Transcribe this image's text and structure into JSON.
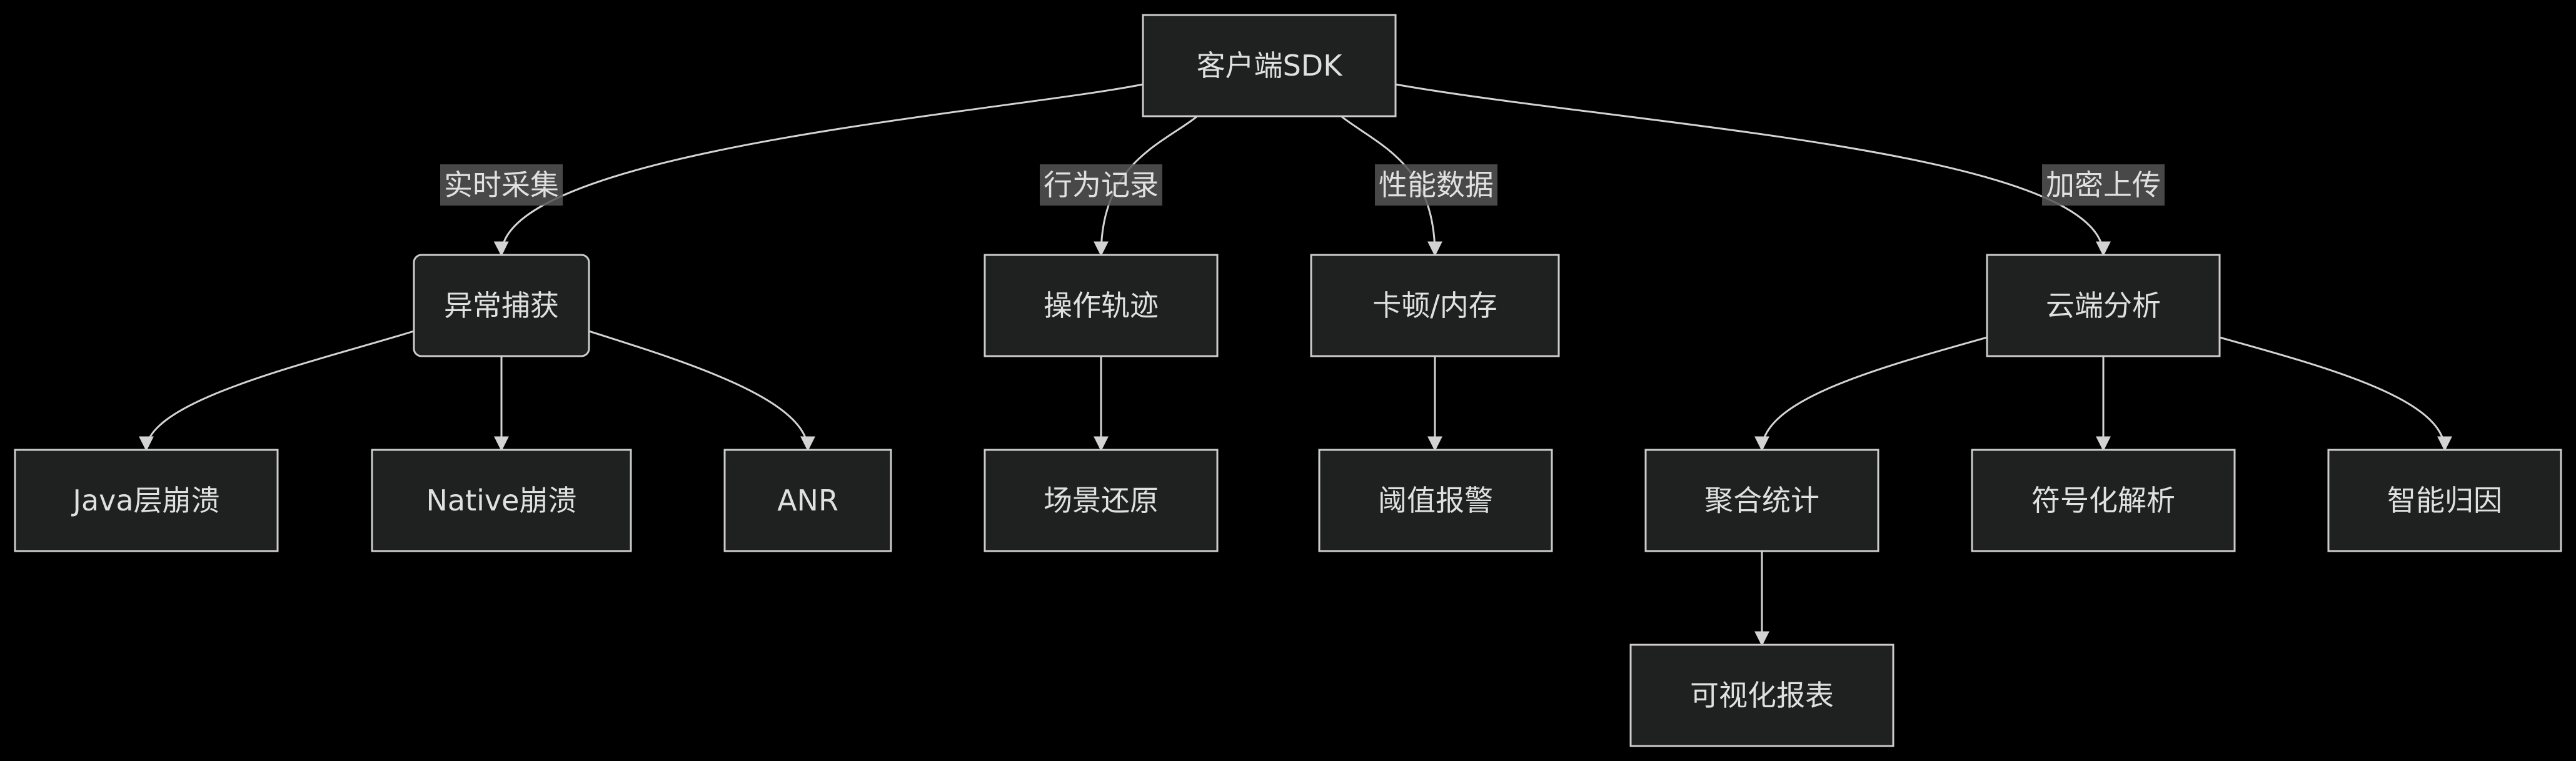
{
  "colors": {
    "background": "#000000",
    "node_fill": "#1f2020",
    "node_stroke": "#cccccc",
    "text": "#e0e0e0",
    "edge": "#d3d3d3",
    "label_bg": "#555555"
  },
  "nodes": [
    {
      "id": "sdk",
      "label": "客户端SDK",
      "rounded": false
    },
    {
      "id": "exception",
      "label": "异常捕获",
      "rounded": true
    },
    {
      "id": "ops",
      "label": "操作轨迹",
      "rounded": false
    },
    {
      "id": "perf",
      "label": "卡顿/内存",
      "rounded": false
    },
    {
      "id": "cloud",
      "label": "云端分析",
      "rounded": false
    },
    {
      "id": "java",
      "label": "Java层崩溃",
      "rounded": false
    },
    {
      "id": "native",
      "label": "Native崩溃",
      "rounded": false
    },
    {
      "id": "anr",
      "label": "ANR",
      "rounded": false
    },
    {
      "id": "scene",
      "label": "场景还原",
      "rounded": false
    },
    {
      "id": "threshold",
      "label": "阈值报警",
      "rounded": false
    },
    {
      "id": "agg",
      "label": "聚合统计",
      "rounded": false
    },
    {
      "id": "symbol",
      "label": "符号化解析",
      "rounded": false
    },
    {
      "id": "attribution",
      "label": "智能归因",
      "rounded": false
    },
    {
      "id": "report",
      "label": "可视化报表",
      "rounded": false
    }
  ],
  "edges": [
    {
      "from": "sdk",
      "to": "exception",
      "label": "实时采集"
    },
    {
      "from": "sdk",
      "to": "ops",
      "label": "行为记录"
    },
    {
      "from": "sdk",
      "to": "perf",
      "label": "性能数据"
    },
    {
      "from": "sdk",
      "to": "cloud",
      "label": "加密上传"
    },
    {
      "from": "exception",
      "to": "java",
      "label": ""
    },
    {
      "from": "exception",
      "to": "native",
      "label": ""
    },
    {
      "from": "exception",
      "to": "anr",
      "label": ""
    },
    {
      "from": "ops",
      "to": "scene",
      "label": ""
    },
    {
      "from": "perf",
      "to": "threshold",
      "label": ""
    },
    {
      "from": "cloud",
      "to": "agg",
      "label": ""
    },
    {
      "from": "cloud",
      "to": "symbol",
      "label": ""
    },
    {
      "from": "cloud",
      "to": "attribution",
      "label": ""
    },
    {
      "from": "agg",
      "to": "report",
      "label": ""
    }
  ]
}
